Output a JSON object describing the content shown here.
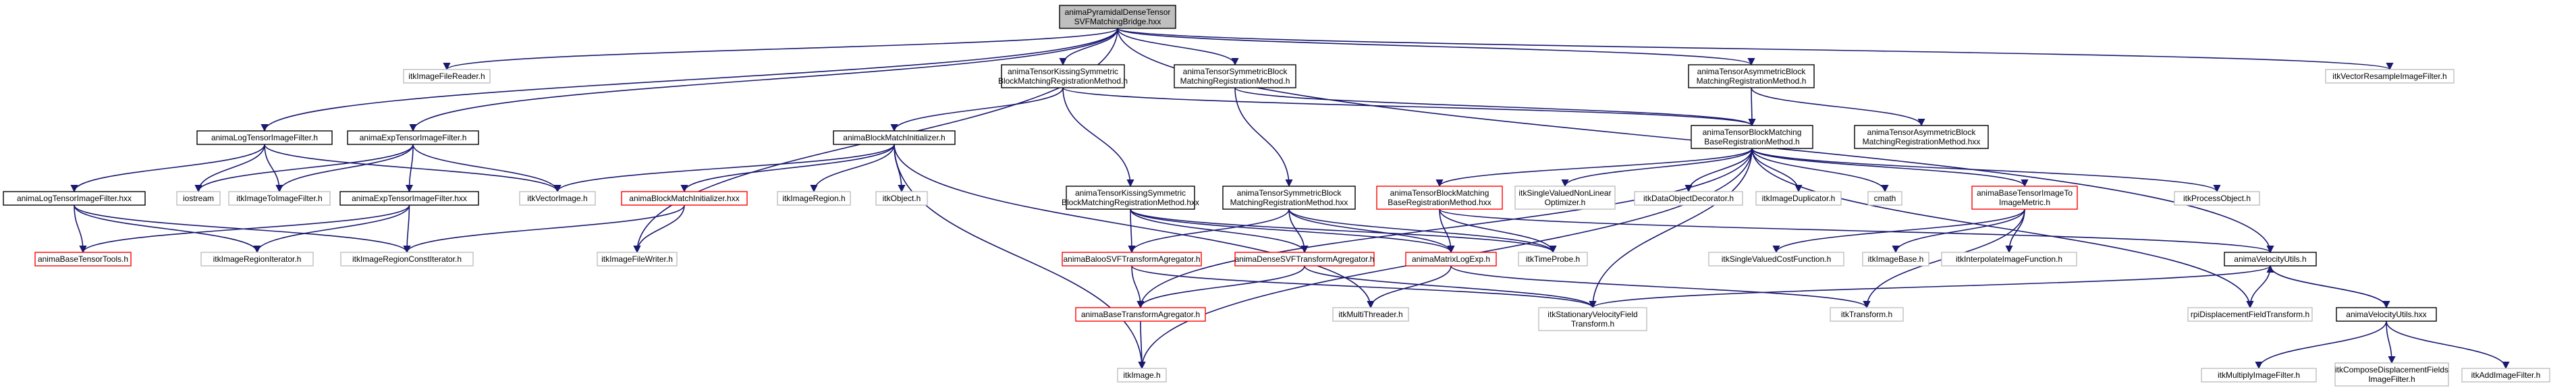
{
  "root": [
    "animaPyramidalDenseTensor",
    "SVFMatchingBridge.hxx"
  ],
  "nodes": {
    "itkImageFileReader": [
      "itkImageFileReader.h"
    ],
    "kissingMethod": [
      "animaTensorKissingSymmetric",
      "BlockMatchingRegistrationMethod.h"
    ],
    "symmetricMethod": [
      "animaTensorSymmetricBlock",
      "MatchingRegistrationMethod.h"
    ],
    "asymmetricMethod": [
      "animaTensorAsymmetricBlock",
      "MatchingRegistrationMethod.h"
    ],
    "vectorResample": [
      "itkVectorResampleImageFilter.h"
    ],
    "logFilter": [
      "animaLogTensorImageFilter.h"
    ],
    "expFilter": [
      "animaExpTensorImageFilter.h"
    ],
    "bmInitializer": [
      "animaBlockMatchInitializer.h"
    ],
    "baseMethod": [
      "animaTensorBlockMatching",
      "BaseRegistrationMethod.h"
    ],
    "asymmetricMethodHxx": [
      "animaTensorAsymmetricBlock",
      "MatchingRegistrationMethod.hxx"
    ],
    "logFilterHxx": [
      "animaLogTensorImageFilter.hxx"
    ],
    "iostream": [
      "iostream"
    ],
    "imageToImage": [
      "itkImageToImageFilter.h"
    ],
    "vectorImage": [
      "itkVectorImage.h"
    ],
    "expFilterHxx": [
      "animaExpTensorImageFilter.hxx"
    ],
    "bmInitializerHxx": [
      "animaBlockMatchInitializer.hxx"
    ],
    "imageRegion": [
      "itkImageRegion.h"
    ],
    "itkObject": [
      "itkObject.h"
    ],
    "kissingMethodHxx": [
      "animaTensorKissingSymmetric",
      "BlockMatchingRegistrationMethod.hxx"
    ],
    "symmetricMethodHxx": [
      "animaTensorSymmetricBlock",
      "MatchingRegistrationMethod.hxx"
    ],
    "baseMethodHxx": [
      "animaTensorBlockMatching",
      "BaseRegistrationMethod.hxx"
    ],
    "singleValuedNonLinear": [
      "itkSingleValuedNonLinear",
      "Optimizer.h"
    ],
    "dataObjectDecorator": [
      "itkDataObjectDecorator.h"
    ],
    "imageDuplicator": [
      "itkImageDuplicator.h"
    ],
    "cmath": [
      "cmath"
    ],
    "baseTensorMetric": [
      "animaBaseTensorImageTo",
      "ImageMetric.h"
    ],
    "processObject": [
      "itkProcessObject.h"
    ],
    "baseTensorTools": [
      "animaBaseTensorTools.h"
    ],
    "regionIterator": [
      "itkImageRegionIterator.h"
    ],
    "regionConstIterator": [
      "itkImageRegionConstIterator.h"
    ],
    "imageFileWriter": [
      "itkImageFileWriter.h"
    ],
    "balooAgregator": [
      "animaBalooSVFTransformAgregator.h"
    ],
    "denseAgregator": [
      "animaDenseSVFTransformAgregator.h"
    ],
    "matrixLogExp": [
      "animaMatrixLogExp.h"
    ],
    "timeProbe": [
      "itkTimeProbe.h"
    ],
    "singleValuedCost": [
      "itkSingleValuedCostFunction.h"
    ],
    "imageBase": [
      "itkImageBase.h"
    ],
    "interpolateFunction": [
      "itkInterpolateImageFunction.h"
    ],
    "velocityUtils": [
      "animaVelocityUtils.h"
    ],
    "baseAgregator": [
      "animaBaseTransformAgregator.h"
    ],
    "multiThreader": [
      "itkMultiThreader.h"
    ],
    "stationaryField": [
      "itkStationaryVelocityField",
      "Transform.h"
    ],
    "itkTransform": [
      "itkTransform.h"
    ],
    "displacementField": [
      "rpiDisplacementFieldTransform.h"
    ],
    "velocityUtilsHxx": [
      "animaVelocityUtils.hxx"
    ],
    "itkImage": [
      "itkImage.h"
    ],
    "multiplyFilter": [
      "itkMultiplyImageFilter.h"
    ],
    "composeFields": [
      "itkComposeDisplacementFields",
      "ImageFilter.h"
    ],
    "addFilter": [
      "itkAddImageFilter.h"
    ]
  },
  "colors": {
    "edge": "#191970",
    "root_fill": "#bfbfbf",
    "black_border": "#000000",
    "gray_border": "#bfbfbf",
    "red_border": "#ff0000"
  }
}
